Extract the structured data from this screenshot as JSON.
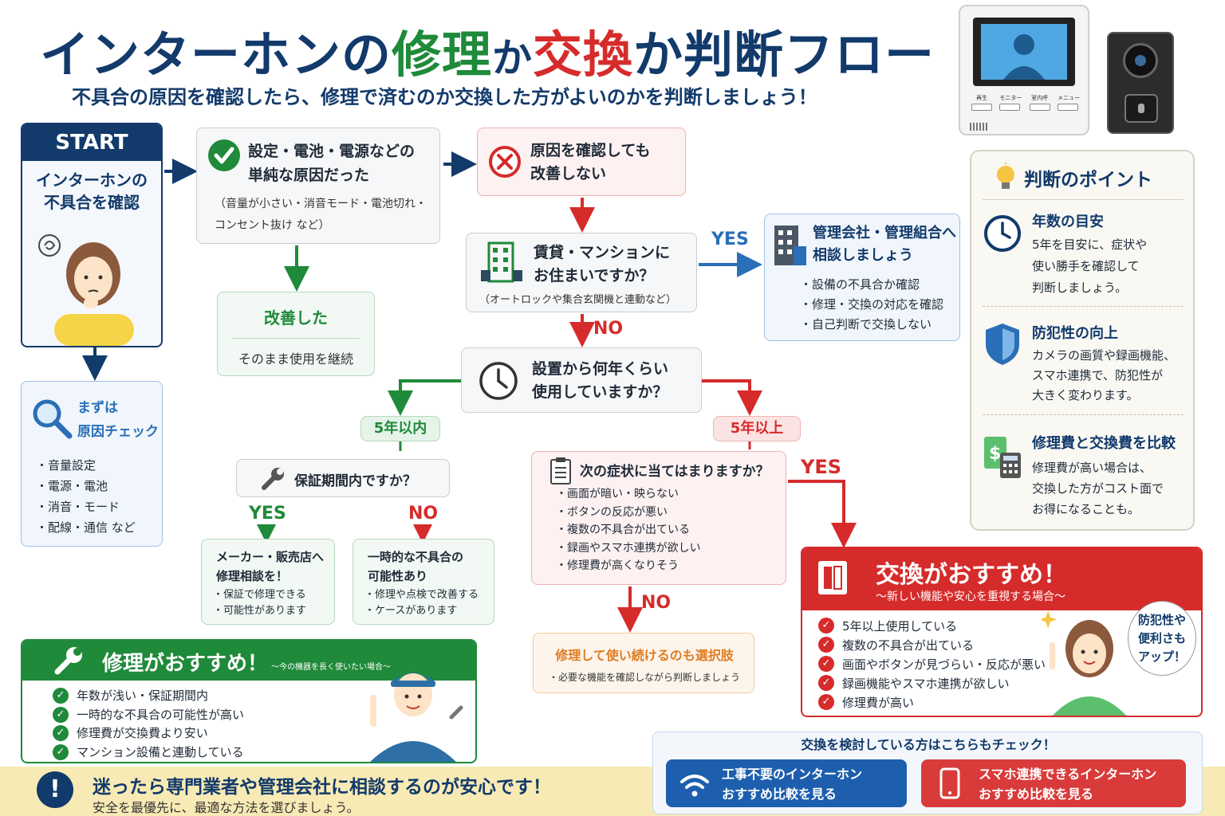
{
  "title": {
    "part1": "インターホンの",
    "part2": "修理",
    "part3": "か",
    "part4": "交換",
    "part5": "か判断フロー"
  },
  "subtitle": "不具合の原因を確認したら、修理で済むのか交換した方がよいのかを判断しましょう！",
  "device": {
    "buttons": [
      "再生",
      "モニター",
      "室内呼",
      "メニュー"
    ]
  },
  "start": {
    "label": "START",
    "text1": "インターホンの",
    "text2": "不具合を確認"
  },
  "check": {
    "title1": "まずは",
    "title2": "原因チェック",
    "items": [
      "音量設定",
      "電源・電池",
      "消音・モード",
      "配線・通信 など"
    ]
  },
  "simple": {
    "title1": "設定・電池・電源などの",
    "title2": "単純な原因だった",
    "note1": "（音量が小さい・消音モード・電池切れ・",
    "note2": "コンセント抜け など）"
  },
  "improved": {
    "title": "改善した",
    "text": "そのまま使用を継続"
  },
  "not_improved": {
    "line1": "原因を確認しても",
    "line2": "改善しない"
  },
  "rental": {
    "line1": "賃貸・マンションに",
    "line2": "お住まいですか？",
    "note": "（オートロックや集合玄関機と連動など）"
  },
  "yes1": "YES",
  "no1": "NO",
  "mgmt": {
    "title1": "管理会社・管理組合へ",
    "title2": "相談しましょう",
    "items": [
      "設備の不具合か確認",
      "修理・交換の対応を確認",
      "自己判断で交換しない"
    ]
  },
  "years": {
    "line1": "設置から何年くらい",
    "line2": "使用していますか？"
  },
  "within5": "5年以内",
  "over5": "5年以上",
  "warranty": "保証期間内ですか？",
  "yes2": "YES",
  "no2": "NO",
  "maker": {
    "title1": "メーカー・販売店へ",
    "title2": "修理相談を！",
    "items": [
      "保証で修理できる",
      "可能性があります"
    ]
  },
  "temporary": {
    "title1": "一時的な不具合の",
    "title2": "可能性あり",
    "items": [
      "修理や点検で改善する",
      "ケースがあります"
    ]
  },
  "symptoms": {
    "title": "次の症状に当てはまりますか？",
    "items": [
      "画面が暗い・映らない",
      "ボタンの反応が悪い",
      "複数の不具合が出ている",
      "録画やスマホ連携が欲しい",
      "修理費が高くなりそう"
    ]
  },
  "yes3": "YES",
  "no3": "NO",
  "keep": {
    "title": "修理して使い続けるのも選択肢",
    "note": "・必要な機能を確認しながら判断しましょう"
  },
  "exchange": {
    "title": "交換がおすすめ！",
    "sub": "〜新しい機能や安心を重視する場合〜",
    "items": [
      "5年以上使用している",
      "複数の不具合が出ている",
      "画面やボタンが見づらい・反応が悪い",
      "録画機能やスマホ連携が欲しい",
      "修理費が高い"
    ],
    "bubble1": "防犯性や",
    "bubble2": "便利さも",
    "bubble3": "アップ！"
  },
  "repair": {
    "title": "修理がおすすめ！",
    "sub": "〜今の機器を長く使いたい場合〜",
    "items": [
      "年数が浅い・保証期間内",
      "一時的な不具合の可能性が高い",
      "修理費が交換費より安い",
      "マンション設備と連動している"
    ]
  },
  "points": {
    "title": "判断のポイント",
    "p1": {
      "title": "年数の目安",
      "l1": "5年を目安に、症状や",
      "l2": "使い勝手を確認して",
      "l3": "判断しましょう。"
    },
    "p2": {
      "title": "防犯性の向上",
      "l1": "カメラの画質や録画機能、",
      "l2": "スマホ連携で、防犯性が",
      "l3": "大きく変わります。"
    },
    "p3": {
      "title": "修理費と交換費を比較",
      "l1": "修理費が高い場合は、",
      "l2": "交換した方がコスト面で",
      "l3": "お得になることも。"
    }
  },
  "footer": {
    "title": "迷ったら専門業者や管理会社に相談するのが安心です！",
    "sub": "安全を最優先に、最適な方法を選びましょう。"
  },
  "links": {
    "heading": "交換を検討している方はこちらもチェック！",
    "wireless": {
      "l1": "工事不要のインターホン",
      "l2": "おすすめ比較を見る"
    },
    "smart": {
      "l1": "スマホ連携できるインターホン",
      "l2": "おすすめ比較を見る"
    }
  },
  "colors": {
    "navy": "#123a6b",
    "green": "#1f8a3a",
    "red": "#d62b2b",
    "blue": "#2a6fb7",
    "orange": "#e07b21"
  }
}
